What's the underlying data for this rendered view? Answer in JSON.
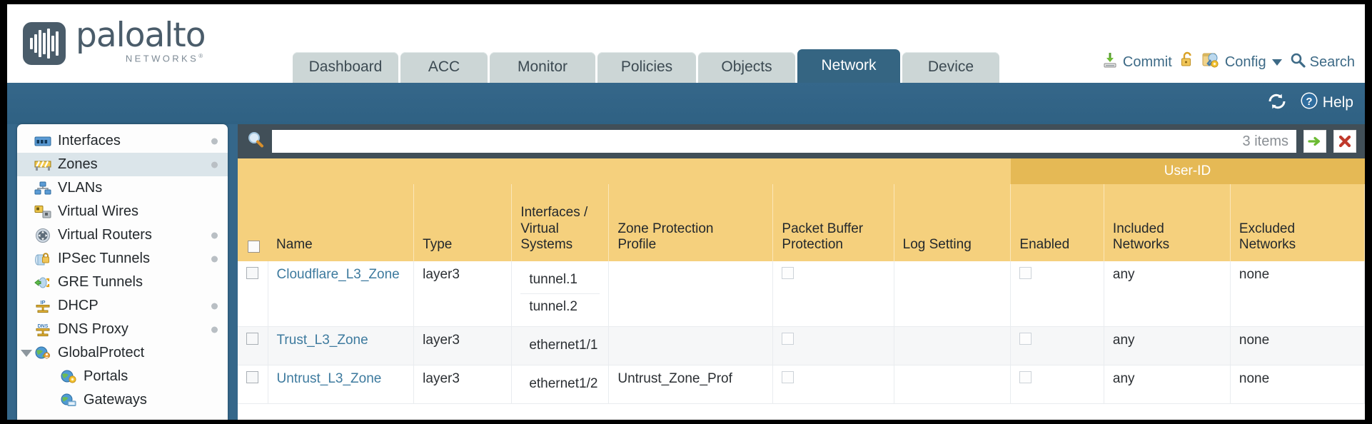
{
  "brand": {
    "name": "paloalto",
    "tagline": "NETWORKS",
    "registered": "®"
  },
  "tabs": [
    {
      "label": "Dashboard",
      "active": false
    },
    {
      "label": "ACC",
      "active": false
    },
    {
      "label": "Monitor",
      "active": false
    },
    {
      "label": "Policies",
      "active": false
    },
    {
      "label": "Objects",
      "active": false
    },
    {
      "label": "Network",
      "active": true
    },
    {
      "label": "Device",
      "active": false
    }
  ],
  "top_actions": {
    "commit": "Commit",
    "lock_icon": "unlocked-padlock-icon",
    "config": "Config",
    "search": "Search"
  },
  "band": {
    "refresh_icon": "refresh-icon",
    "help": "Help"
  },
  "sidebar": {
    "items": [
      {
        "label": "Interfaces",
        "icon": "interfaces-icon",
        "selected": false,
        "dot": true,
        "child": false,
        "caret": false
      },
      {
        "label": "Zones",
        "icon": "zones-icon",
        "selected": true,
        "dot": true,
        "child": false,
        "caret": false
      },
      {
        "label": "VLANs",
        "icon": "vlans-icon",
        "selected": false,
        "dot": false,
        "child": false,
        "caret": false
      },
      {
        "label": "Virtual Wires",
        "icon": "virtual-wires-icon",
        "selected": false,
        "dot": false,
        "child": false,
        "caret": false
      },
      {
        "label": "Virtual Routers",
        "icon": "virtual-routers-icon",
        "selected": false,
        "dot": true,
        "child": false,
        "caret": false
      },
      {
        "label": "IPSec Tunnels",
        "icon": "ipsec-tunnels-icon",
        "selected": false,
        "dot": true,
        "child": false,
        "caret": false
      },
      {
        "label": "GRE Tunnels",
        "icon": "gre-tunnels-icon",
        "selected": false,
        "dot": false,
        "child": false,
        "caret": false
      },
      {
        "label": "DHCP",
        "icon": "dhcp-icon",
        "selected": false,
        "dot": true,
        "child": false,
        "caret": false
      },
      {
        "label": "DNS Proxy",
        "icon": "dns-proxy-icon",
        "selected": false,
        "dot": true,
        "child": false,
        "caret": false
      },
      {
        "label": "GlobalProtect",
        "icon": "globalprotect-icon",
        "selected": false,
        "dot": false,
        "child": false,
        "caret": true
      },
      {
        "label": "Portals",
        "icon": "portals-icon",
        "selected": false,
        "dot": false,
        "child": true,
        "caret": false
      },
      {
        "label": "Gateways",
        "icon": "gateways-icon",
        "selected": false,
        "dot": false,
        "child": true,
        "caret": false
      }
    ]
  },
  "search": {
    "icon": "magnifier-icon",
    "value": "",
    "placeholder": "",
    "items_count": "3 items",
    "apply_icon": "green-arrow-icon",
    "clear_icon": "red-x-icon"
  },
  "table": {
    "group_header": "User-ID",
    "columns": [
      "Name",
      "Type",
      "Interfaces / Virtual Systems",
      "Zone Protection Profile",
      "Packet Buffer Protection",
      "Log Setting",
      "Enabled",
      "Included Networks",
      "Excluded Networks"
    ],
    "column_lines": {
      "name": "Name",
      "type": "Type",
      "interfaces_l1": "Interfaces /",
      "interfaces_l2": "Virtual",
      "interfaces_l3": "Systems",
      "zpp_l1": "Zone Protection",
      "zpp_l2": "Profile",
      "pbp_l1": "Packet Buffer",
      "pbp_l2": "Protection",
      "log": "Log Setting",
      "enabled": "Enabled",
      "inc_l1": "Included",
      "inc_l2": "Networks",
      "exc_l1": "Excluded",
      "exc_l2": "Networks"
    },
    "rows": [
      {
        "name": "Cloudflare_L3_Zone",
        "type": "layer3",
        "interfaces": [
          "tunnel.1",
          "tunnel.2"
        ],
        "zone_protection_profile": "",
        "packet_buffer_protection": false,
        "log_setting": "",
        "userid_enabled": false,
        "included_networks": "any",
        "excluded_networks": "none"
      },
      {
        "name": "Trust_L3_Zone",
        "type": "layer3",
        "interfaces": [
          "ethernet1/1"
        ],
        "zone_protection_profile": "",
        "packet_buffer_protection": false,
        "log_setting": "",
        "userid_enabled": false,
        "included_networks": "any",
        "excluded_networks": "none"
      },
      {
        "name": "Untrust_L3_Zone",
        "type": "layer3",
        "interfaces": [
          "ethernet1/2"
        ],
        "zone_protection_profile": "Untrust_Zone_Prof",
        "packet_buffer_protection": false,
        "log_setting": "",
        "userid_enabled": false,
        "included_networks": "any",
        "excluded_networks": "none"
      }
    ]
  },
  "colors": {
    "brand_slate": "#4a5c6a",
    "tab_active": "#356582",
    "tab_inactive": "#ccd6d6",
    "band_blue": "#35678a",
    "header_gold": "#f5d07d",
    "group_gold": "#e5b955",
    "searchbar_dark": "#414f58",
    "link_blue": "#3d7a9e"
  }
}
